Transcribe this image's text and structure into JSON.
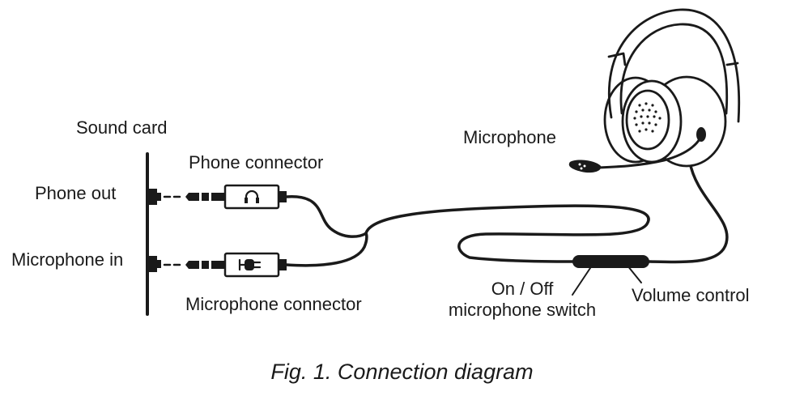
{
  "labels": {
    "sound_card": "Sound card",
    "phone_out": "Phone out",
    "microphone_in": "Microphone in",
    "phone_connector": "Phone connector",
    "microphone_connector": "Microphone connector",
    "microphone": "Microphone",
    "on_off_line1": "On / Off",
    "on_off_line2": "microphone switch",
    "volume_control": "Volume control"
  },
  "caption": "Fig. 1. Connection diagram",
  "icons": {
    "phone_plug": "headphones-icon",
    "mic_plug": "microphone-icon"
  }
}
